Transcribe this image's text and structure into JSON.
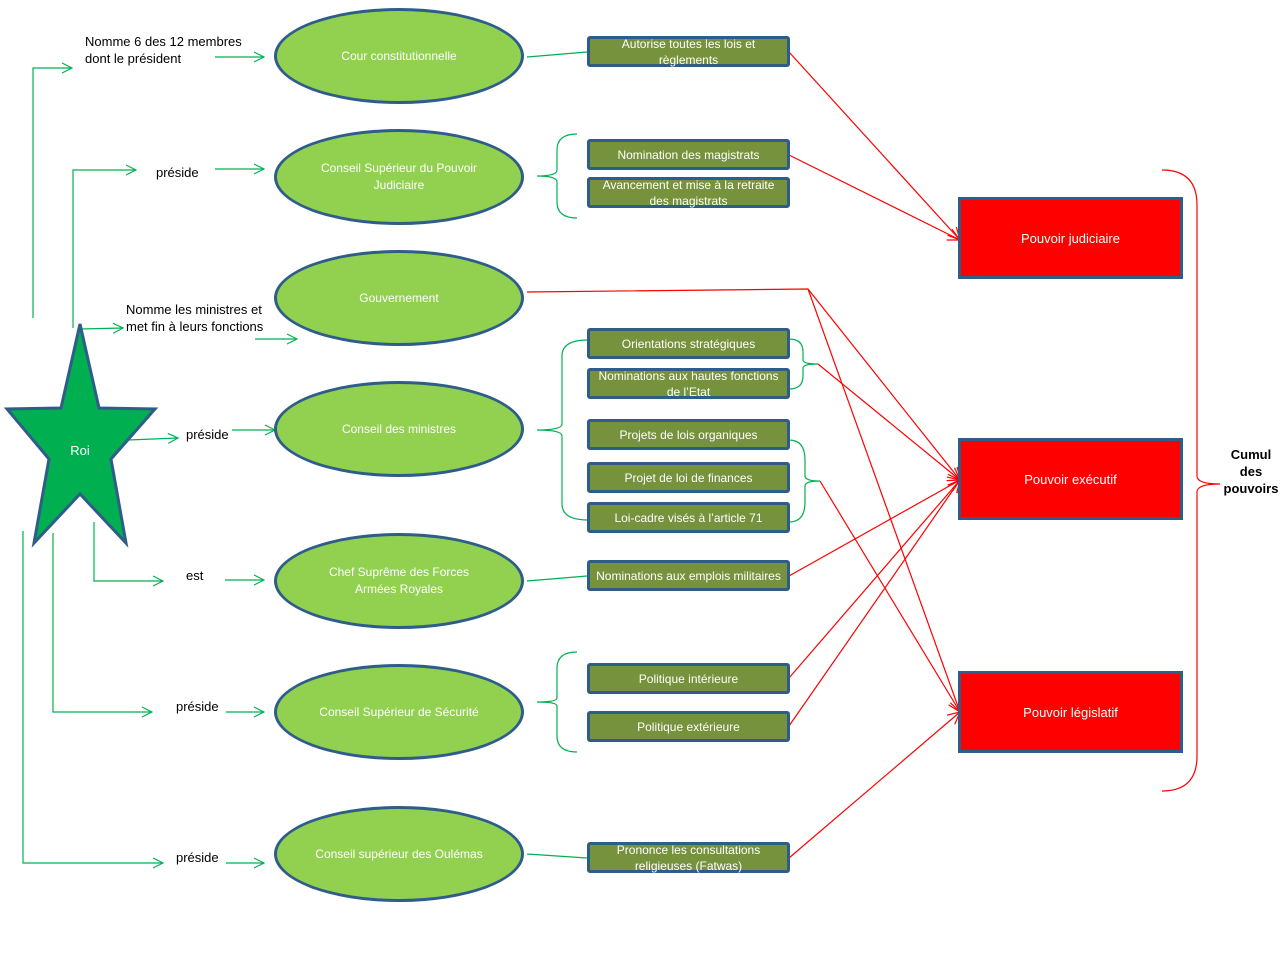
{
  "king": {
    "label": "Roi",
    "color": "#00b050"
  },
  "relations": {
    "cour": "Nomme 6 des 12 membres dont le président",
    "cspj": "préside",
    "gouv": "Nomme les ministres et met fin à leurs fonctions",
    "cdm": "préside",
    "far": "est",
    "css": "préside",
    "csu": "préside"
  },
  "institutions": {
    "cour": "Cour constitutionnelle",
    "cspj": "Conseil Supérieur  du Pouvoir Judiciaire",
    "gouv": "Gouvernement",
    "cdm": "Conseil des ministres",
    "far": "Chef Suprême  des Forces Armées Royales",
    "css": "Conseil Supérieur  de Sécurité",
    "csu": "Conseil supérieur  des Oulémas"
  },
  "functions": {
    "lois": "Autorise toutes les lois et règlements",
    "nommag": "Nomination  des magistrats",
    "avmag": "Avancement et mise à la retraite des magistrats",
    "orient": "Orientations  stratégiques",
    "nomhaut": "Nominations  aux hautes fonctions de l’Etat",
    "projorg": "Projets de lois organiques",
    "projfin": "Projet de loi de finances",
    "loicadre": "Loi-cadre visés à l’article 71",
    "nommil": "Nominations  aux emplois militaires",
    "polint": "Politique  intérieure",
    "polext": "Politique  extérieure",
    "fatwas": "Prononce  les consultations religieuses (Fatwas)"
  },
  "powers": {
    "judiciaire": "Pouvoir  judiciaire",
    "executif": "Pouvoir  exécutif",
    "legislatif": "Pouvoir  législatif"
  },
  "cumul": "Cumul des pouvoirs",
  "colors": {
    "ellipse_fill": "#92d050",
    "box_fill": "#76923c",
    "power_fill": "#ff0000",
    "border": "#2e5d8a",
    "green_line": "#00b050",
    "red_line": "#ff0000"
  }
}
